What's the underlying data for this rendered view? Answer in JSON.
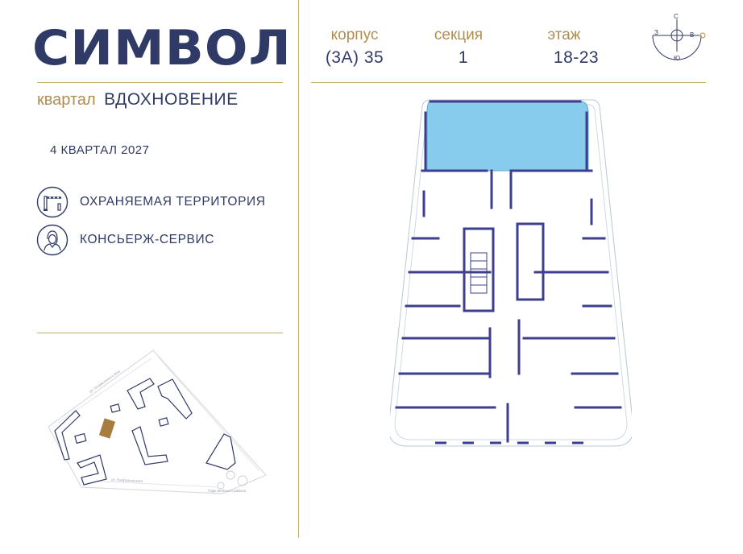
{
  "brand": {
    "logo_text": "СИМВОЛ"
  },
  "quarter": {
    "label": "квартал",
    "name": "ВДОХНОВЕНИЕ"
  },
  "completion": "4 КВАРТАЛ 2027",
  "features": [
    {
      "icon": "barrier-icon",
      "label": "ОХРАНЯЕМАЯ ТЕРРИТОРИЯ"
    },
    {
      "icon": "concierge-icon",
      "label": "КОНСЬЕРЖ-СЕРВИС"
    }
  ],
  "params": [
    {
      "label": "корпус",
      "value": "(3А) 35"
    },
    {
      "label": "секция",
      "value": "1"
    },
    {
      "label": "этаж",
      "value": "18-23"
    }
  ],
  "compass": {
    "north": "С",
    "west": "З",
    "east": "В",
    "south": "Ю"
  },
  "site_plan": {
    "street_top": "ул. Безумолчного Вла",
    "street_bottom": "ул. Бахрушинского",
    "park": "Парк Зелёного района"
  },
  "colors": {
    "primary": "#2f3a66",
    "accent": "#b08d4f",
    "divider": "#c8ab6e",
    "highlight": "#87ccec",
    "building_marker": "#a67c3f"
  }
}
